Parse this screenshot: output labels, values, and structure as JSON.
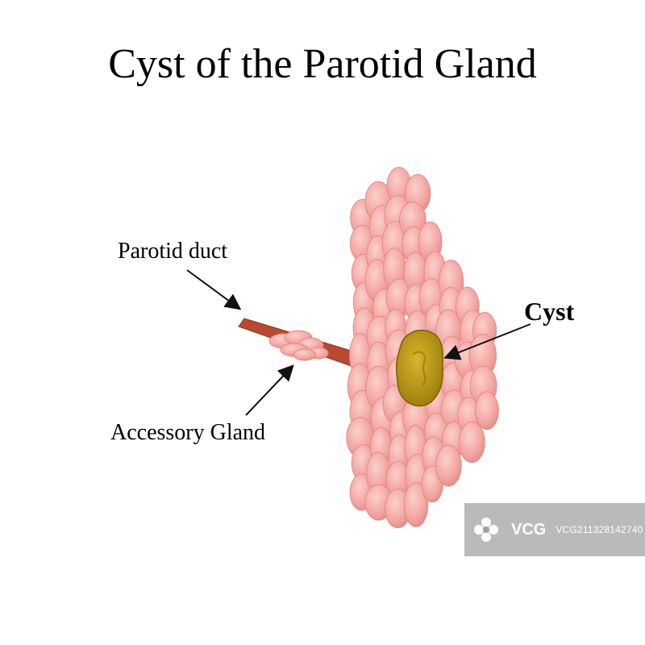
{
  "title": "Cyst of the Parotid Gland",
  "labels": {
    "parotid_duct": "Parotid duct",
    "accessory_gland": "Accessory Gland",
    "cyst": "Cyst"
  },
  "watermark": {
    "logo_text": "VCG",
    "id_text": "VCG211328142740"
  },
  "colors": {
    "lobule_fill": "#f2a3a0",
    "lobule_stroke": "#e58c86",
    "duct": "#b84a32",
    "cyst": "#b59517",
    "arrow": "#111111"
  }
}
